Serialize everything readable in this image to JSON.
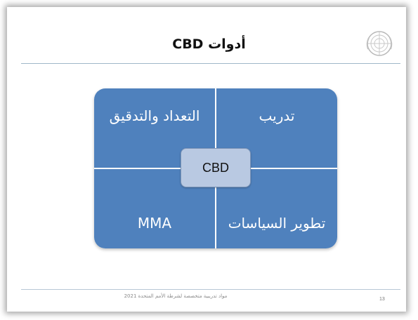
{
  "slide": {
    "title": "أدوات CBD",
    "logo_icon": "un-emblem-icon",
    "quadrants": {
      "top_left": "التعداد والتدقيق",
      "top_right": "تدريب",
      "bottom_left": "MMA",
      "bottom_right": "تطوير السياسات"
    },
    "center": "CBD",
    "footer": "مواد تدريبية متخصصة لشرطة الأمم المتحدة 2021",
    "page_number": "13"
  },
  "colors": {
    "quadrant_fill": "#4f81bd",
    "center_fill": "#b9c9e2",
    "rule": "#9fb7c9"
  }
}
